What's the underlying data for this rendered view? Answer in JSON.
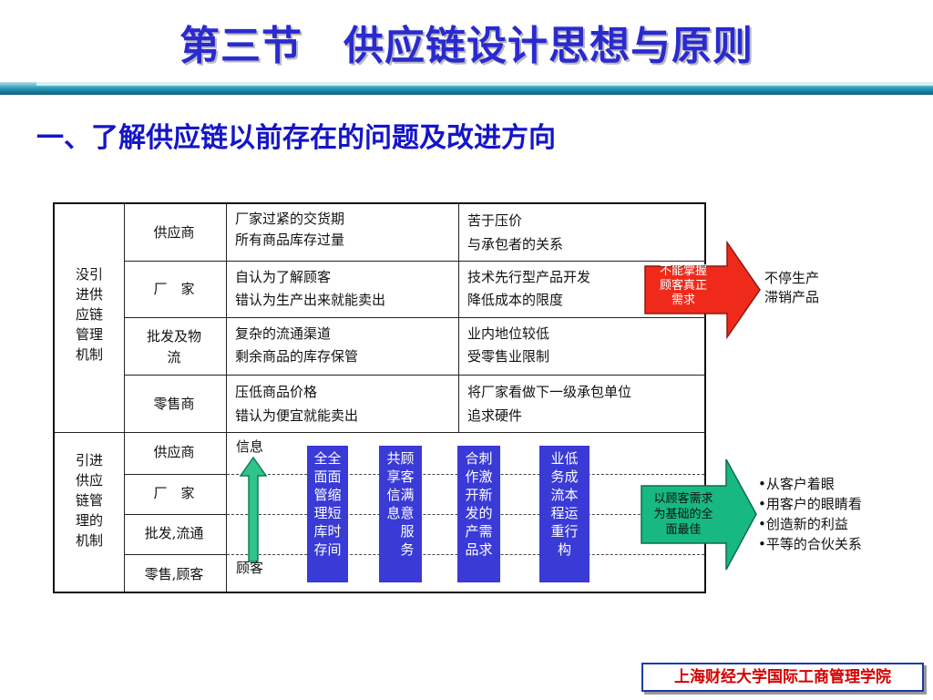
{
  "header": {
    "title": "第三节　供应链设计思想与原则",
    "subtitle": "一、了解供应链以前存在的问题及改进方向"
  },
  "table": {
    "group1_label": "没引\n进供\n应链\n管理\n机制",
    "group2_label": "引进\n供应\n链管\n理的\n机制",
    "rows1": [
      {
        "role": "供应商",
        "col1": "厂家过紧的交货期\n所有商品库存过量",
        "col2": "苦于压价\n与承包者的关系"
      },
      {
        "role": "厂　家",
        "col1": "自认为了解顾客\n错认为生产出来就能卖出",
        "col2": "技术先行型产品开发\n降低成本的限度"
      },
      {
        "role": "批发及物\n流",
        "col1": "复杂的流通渠道\n剩余商品的库存保管",
        "col2": "业内地位较低\n受零售业限制"
      },
      {
        "role": "零售商",
        "col1": "压低商品价格\n错认为便宜就能卖出",
        "col2": "将厂家看做下一级承包单位\n追求硬件"
      }
    ],
    "rows2": [
      {
        "role": "供应商"
      },
      {
        "role": "厂　家"
      },
      {
        "role": "批发,流通"
      },
      {
        "role": "零售,顾客"
      }
    ],
    "info_top": "信息",
    "info_bottom": "顾客",
    "blue_boxes": [
      "全全\n面面\n管缩\n理短\n库时\n存间",
      "共顾\n享客\n信满\n息意\n　服\n　务",
      "合刺\n作激\n开新\n发的\n产需\n品求",
      "业低\n务成\n流本\n程运\n重行\n构"
    ]
  },
  "arrow_red": {
    "text": "不能掌握\n顾客真正\n需求",
    "color": "#f02a1a"
  },
  "arrow_green": {
    "text": "以顾客需求\n为基础的全\n面最佳",
    "color": "#17b882"
  },
  "result_red": "不停生产\n滞销产品",
  "result_green": "•从客户着眼\n•用客户的眼睛看\n•创造新的利益\n•平等的合伙关系",
  "footer": "上海财经大学国际工商管理学院"
}
